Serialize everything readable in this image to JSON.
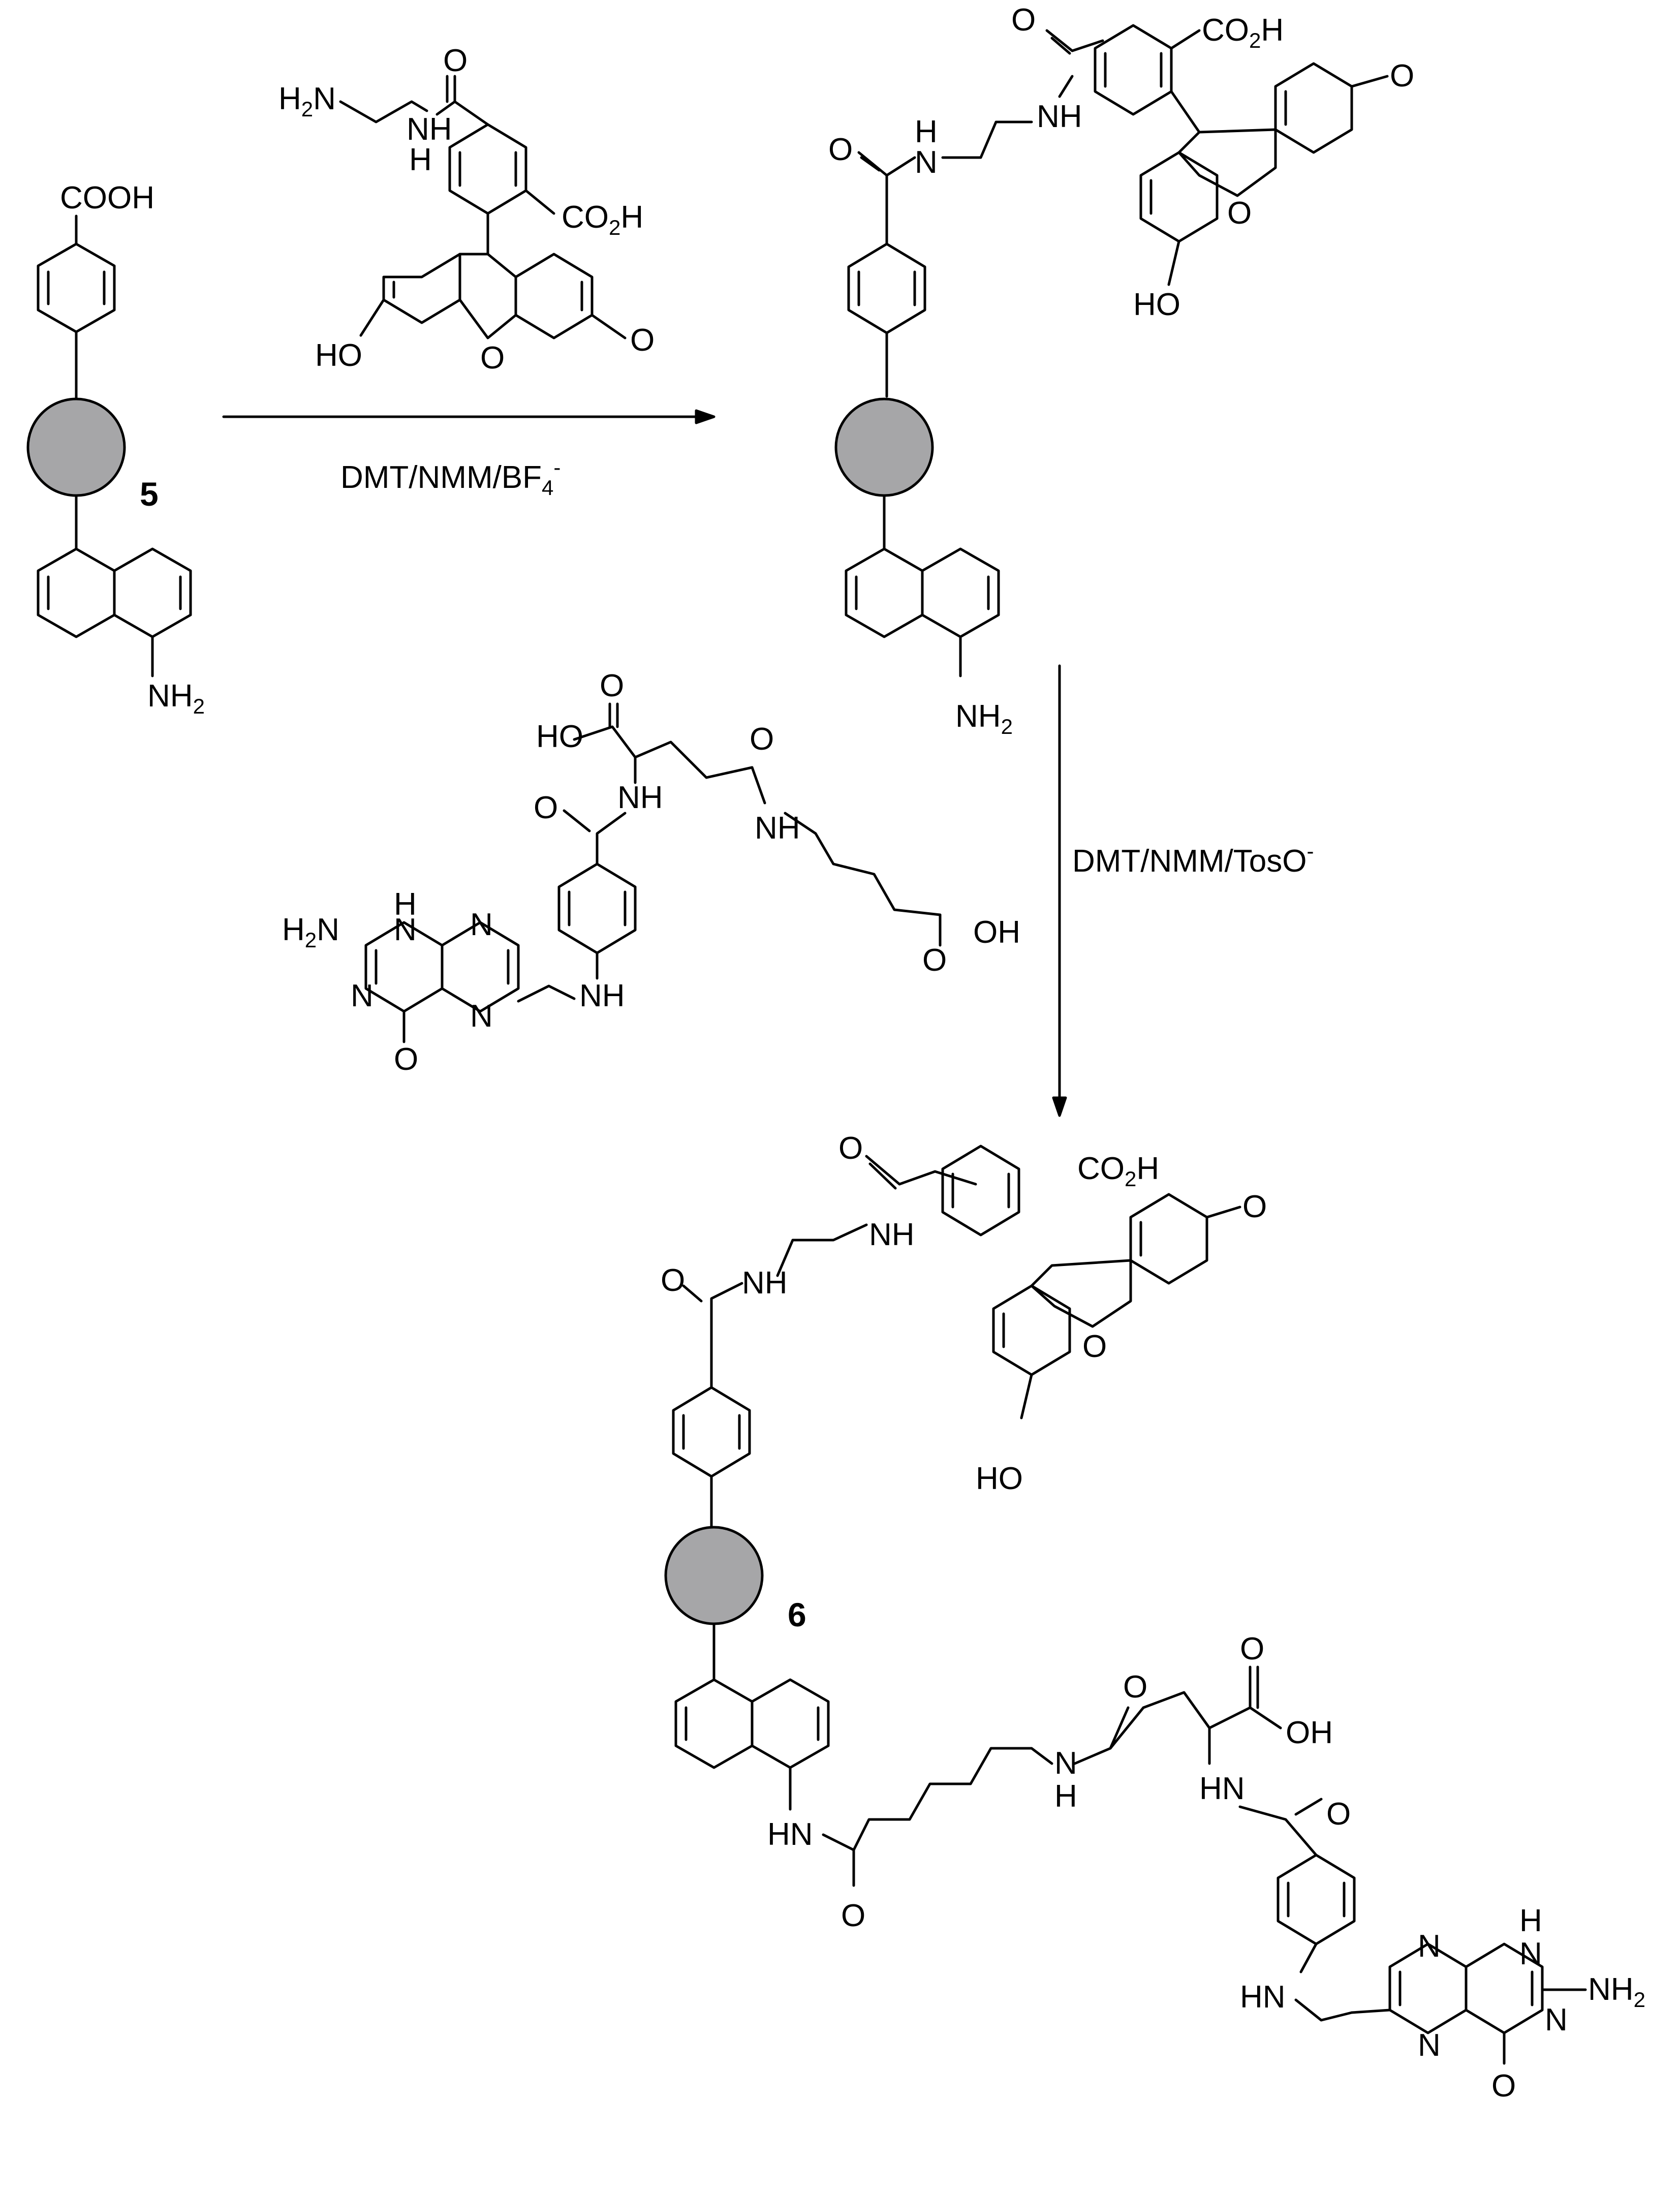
{
  "compounds": {
    "c5": {
      "number": "5"
    },
    "c6": {
      "number": "6"
    }
  },
  "conditions": {
    "step1": {
      "main": "DMT/NMM/BF",
      "sub": "4",
      "sup": "-"
    },
    "step2": {
      "main": "DMT/NMM/TosO",
      "sup": "-"
    }
  },
  "labels": {
    "cooh": "COOH",
    "nh2_amine": "NH",
    "co2h": "CO",
    "h": "H",
    "two": "2",
    "ho": "HO",
    "oh": "OH",
    "o": "O",
    "nh": "NH",
    "hn": "HN",
    "n": "N",
    "h2n": "H",
    "nsub": "N"
  },
  "colors": {
    "bead": "#a6a6a8",
    "ink": "#000000"
  }
}
